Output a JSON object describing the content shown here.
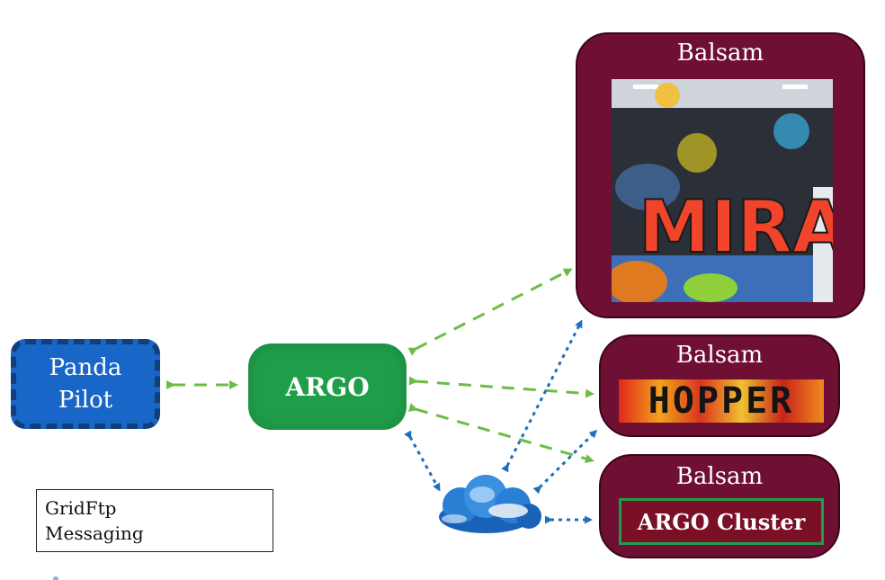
{
  "nodes": {
    "panda_pilot": {
      "line1": "Panda",
      "line2": "Pilot"
    },
    "argo": {
      "label": "ARGO"
    },
    "balsam_mira": {
      "title": "Balsam",
      "machine_label": "MIRA"
    },
    "balsam_hopper": {
      "title": "Balsam",
      "machine_label": "HOPPER"
    },
    "balsam_cluster": {
      "title": "Balsam",
      "machine_label": "ARGO Cluster"
    }
  },
  "legend": {
    "gridftp": {
      "label": "GridFtp",
      "style": "dotted",
      "color": "#1f6fbf"
    },
    "messaging": {
      "label": "Messaging",
      "style": "dashed",
      "color": "#6cbd45"
    }
  },
  "colors": {
    "balsam_fill": "#6e0f33",
    "argo_fill": "#1f9e4a",
    "panda_fill": "#1866c8",
    "gridftp_line": "#1f6fbf",
    "messaging_line": "#6cbd45"
  }
}
